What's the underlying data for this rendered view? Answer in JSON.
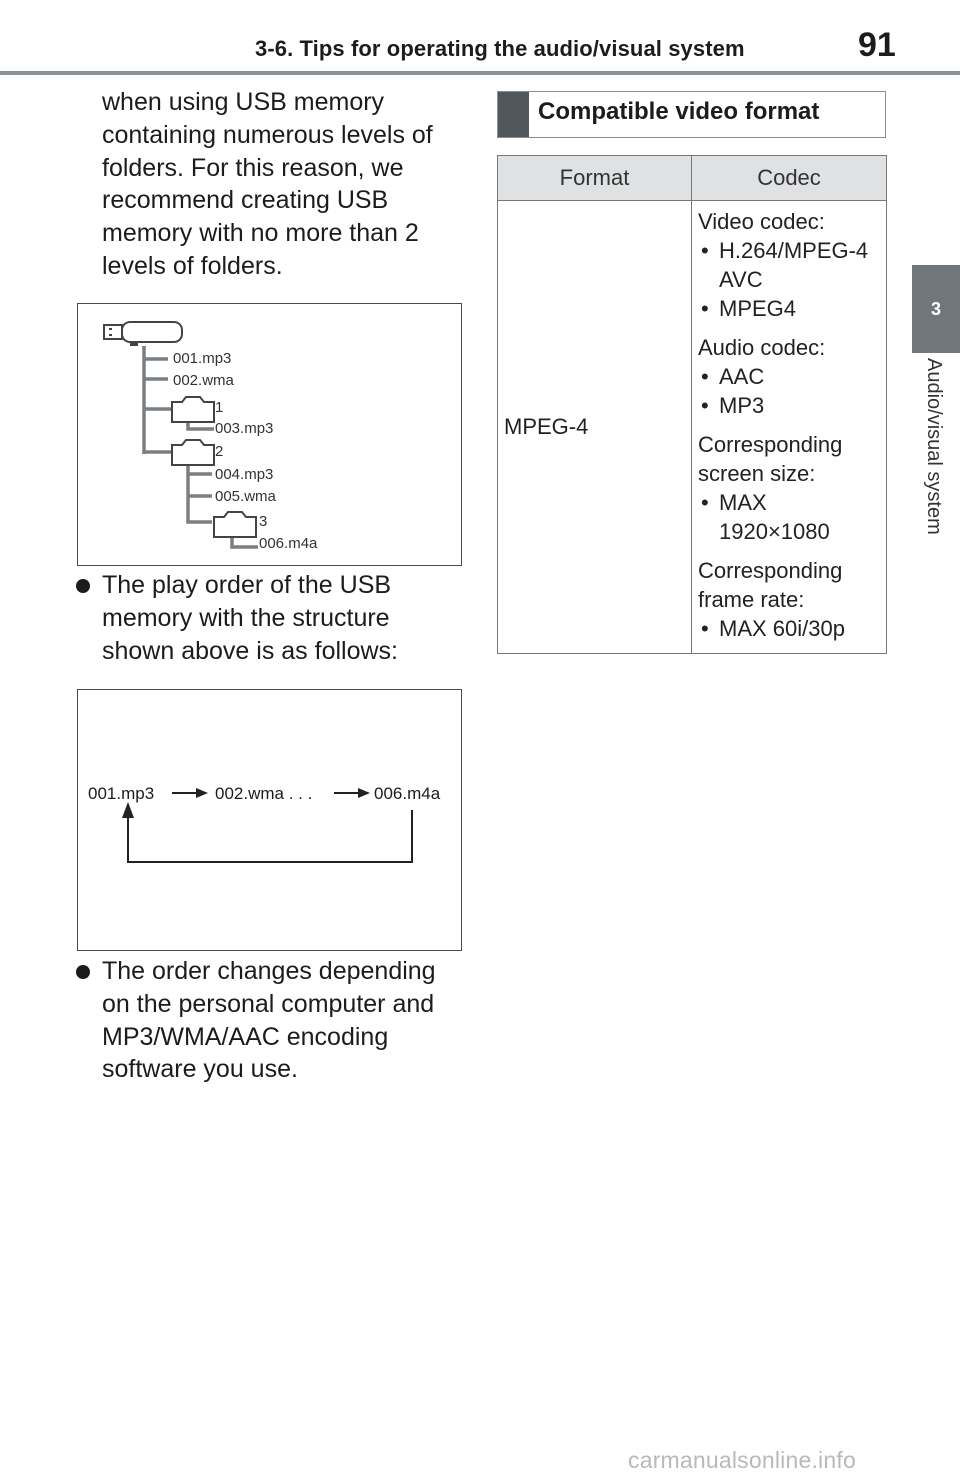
{
  "header": {
    "section_title": "3-6. Tips for operating the audio/visual system",
    "page_number": "91"
  },
  "side_tab": {
    "number": "3",
    "label": "Audio/visual system"
  },
  "left_column": {
    "intro_lines": [
      "when using USB memory",
      "containing numerous levels of",
      "folders. For this reason, we",
      "recommend creating USB",
      "memory with no more than 2",
      "levels of folders."
    ],
    "folder_figure": {
      "files": {
        "f1": "001.mp3",
        "f2": "002.wma",
        "folder1": "1",
        "f3": "003.mp3",
        "folder2": "2",
        "f4": "004.mp3",
        "f5": "005.wma",
        "folder3": "3",
        "f6": "006.m4a"
      }
    },
    "bullet1_lines": [
      "The play order of the USB",
      "memory with the structure",
      "shown above is as follows:"
    ],
    "order_figure": {
      "first": "001.mp3",
      "middle": "002.wma . . .",
      "last": "006.m4a"
    },
    "bullet2_lines": [
      "The order changes depending",
      "on the personal computer and",
      "MP3/WMA/AAC encoding",
      "software you use."
    ]
  },
  "right_column": {
    "section_title": "Compatible video format",
    "table": {
      "headers": [
        "Format",
        "Codec"
      ],
      "format": "MPEG-4",
      "video_codec_label": "Video codec:",
      "video_codecs": [
        "H.264/MPEG-4 AVC",
        "MPEG4"
      ],
      "audio_codec_label": "Audio codec:",
      "audio_codecs": [
        "AAC",
        "MP3"
      ],
      "screen_size_label": "Corresponding screen size:",
      "screen_sizes": [
        "MAX 1920×1080"
      ],
      "frame_rate_label": "Corresponding frame rate:",
      "frame_rates": [
        "MAX 60i/30p"
      ]
    }
  },
  "footer": {
    "watermark": "carmanualsonline.info"
  }
}
